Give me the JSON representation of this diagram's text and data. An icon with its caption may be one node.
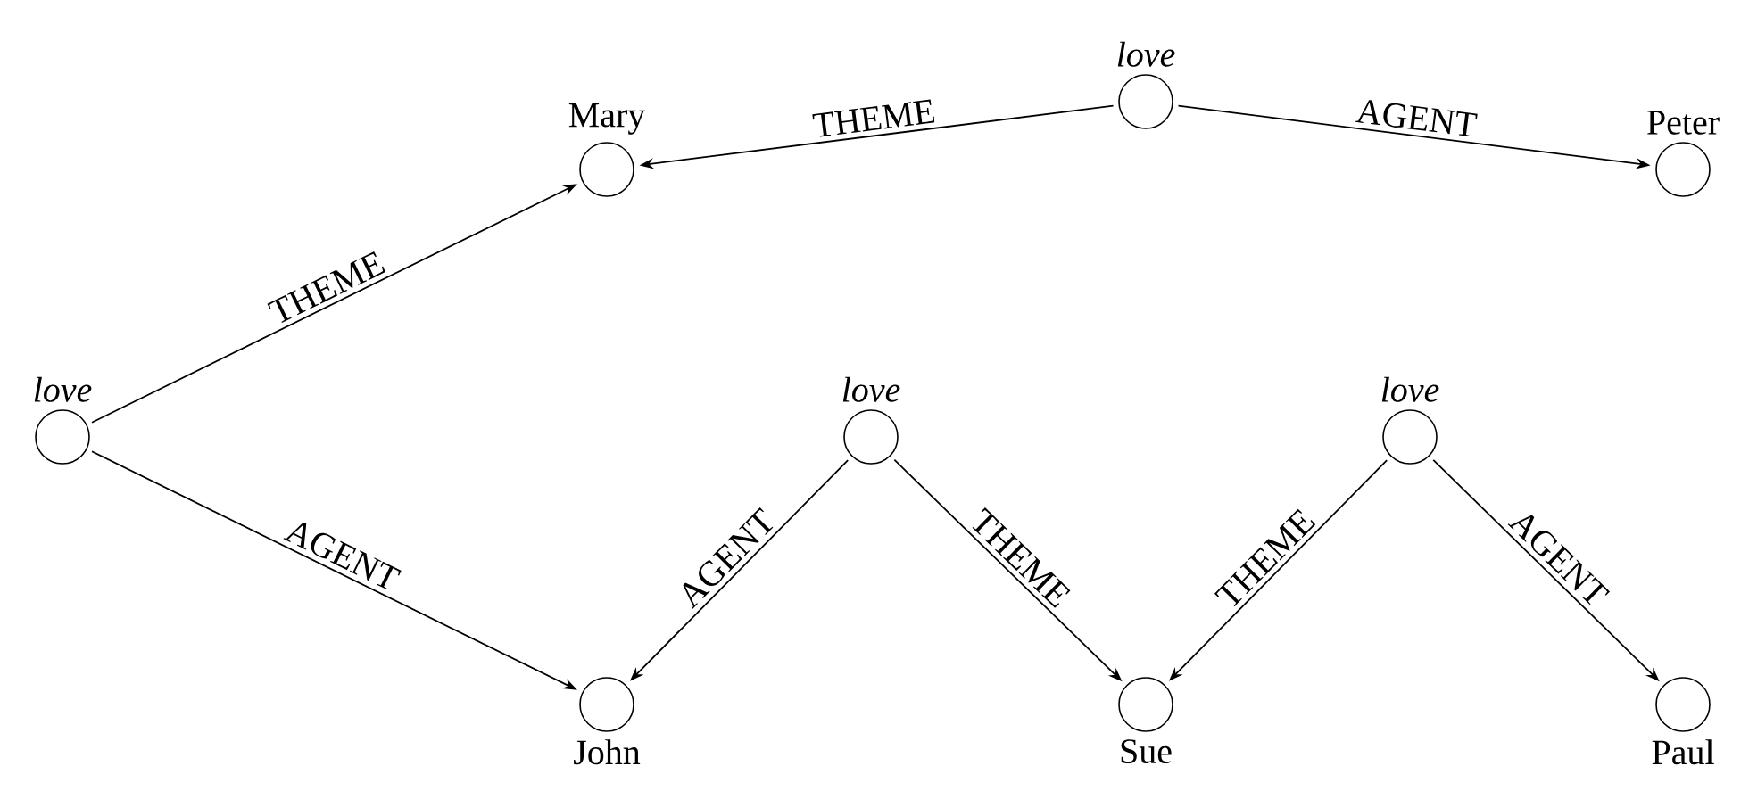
{
  "diagram": {
    "nodes": [
      {
        "text": [
          "love"
        ]
      },
      {
        "text": [
          "Mary"
        ]
      },
      {
        "text": [
          "Peter"
        ]
      },
      {
        "text": [
          "love"
        ]
      },
      {
        "text": [
          "love"
        ]
      },
      {
        "text": [
          "love"
        ]
      },
      {
        "text": [
          "John"
        ]
      },
      {
        "text": [
          "Sue"
        ]
      },
      {
        "text": [
          "Paul"
        ]
      }
    ],
    "edges": [
      {
        "from": 0,
        "to": 1,
        "arrow": "to",
        "label": "THEME"
      },
      {
        "from": 0,
        "to": 2,
        "arrow": "to",
        "label": "AGENT"
      },
      {
        "from": 3,
        "to": 1,
        "arrow": "to",
        "label": "THEME"
      },
      {
        "from": 3,
        "to": 6,
        "arrow": "to",
        "label": "AGENT"
      },
      {
        "from": 4,
        "to": 6,
        "arrow": "to",
        "label": "AGENT"
      },
      {
        "from": 4,
        "to": 7,
        "arrow": "to",
        "label": "THEME"
      },
      {
        "from": 5,
        "to": 7,
        "arrow": "to",
        "label": "THEME"
      },
      {
        "from": 5,
        "to": 8,
        "arrow": "to",
        "label": "AGENT"
      }
    ]
  }
}
